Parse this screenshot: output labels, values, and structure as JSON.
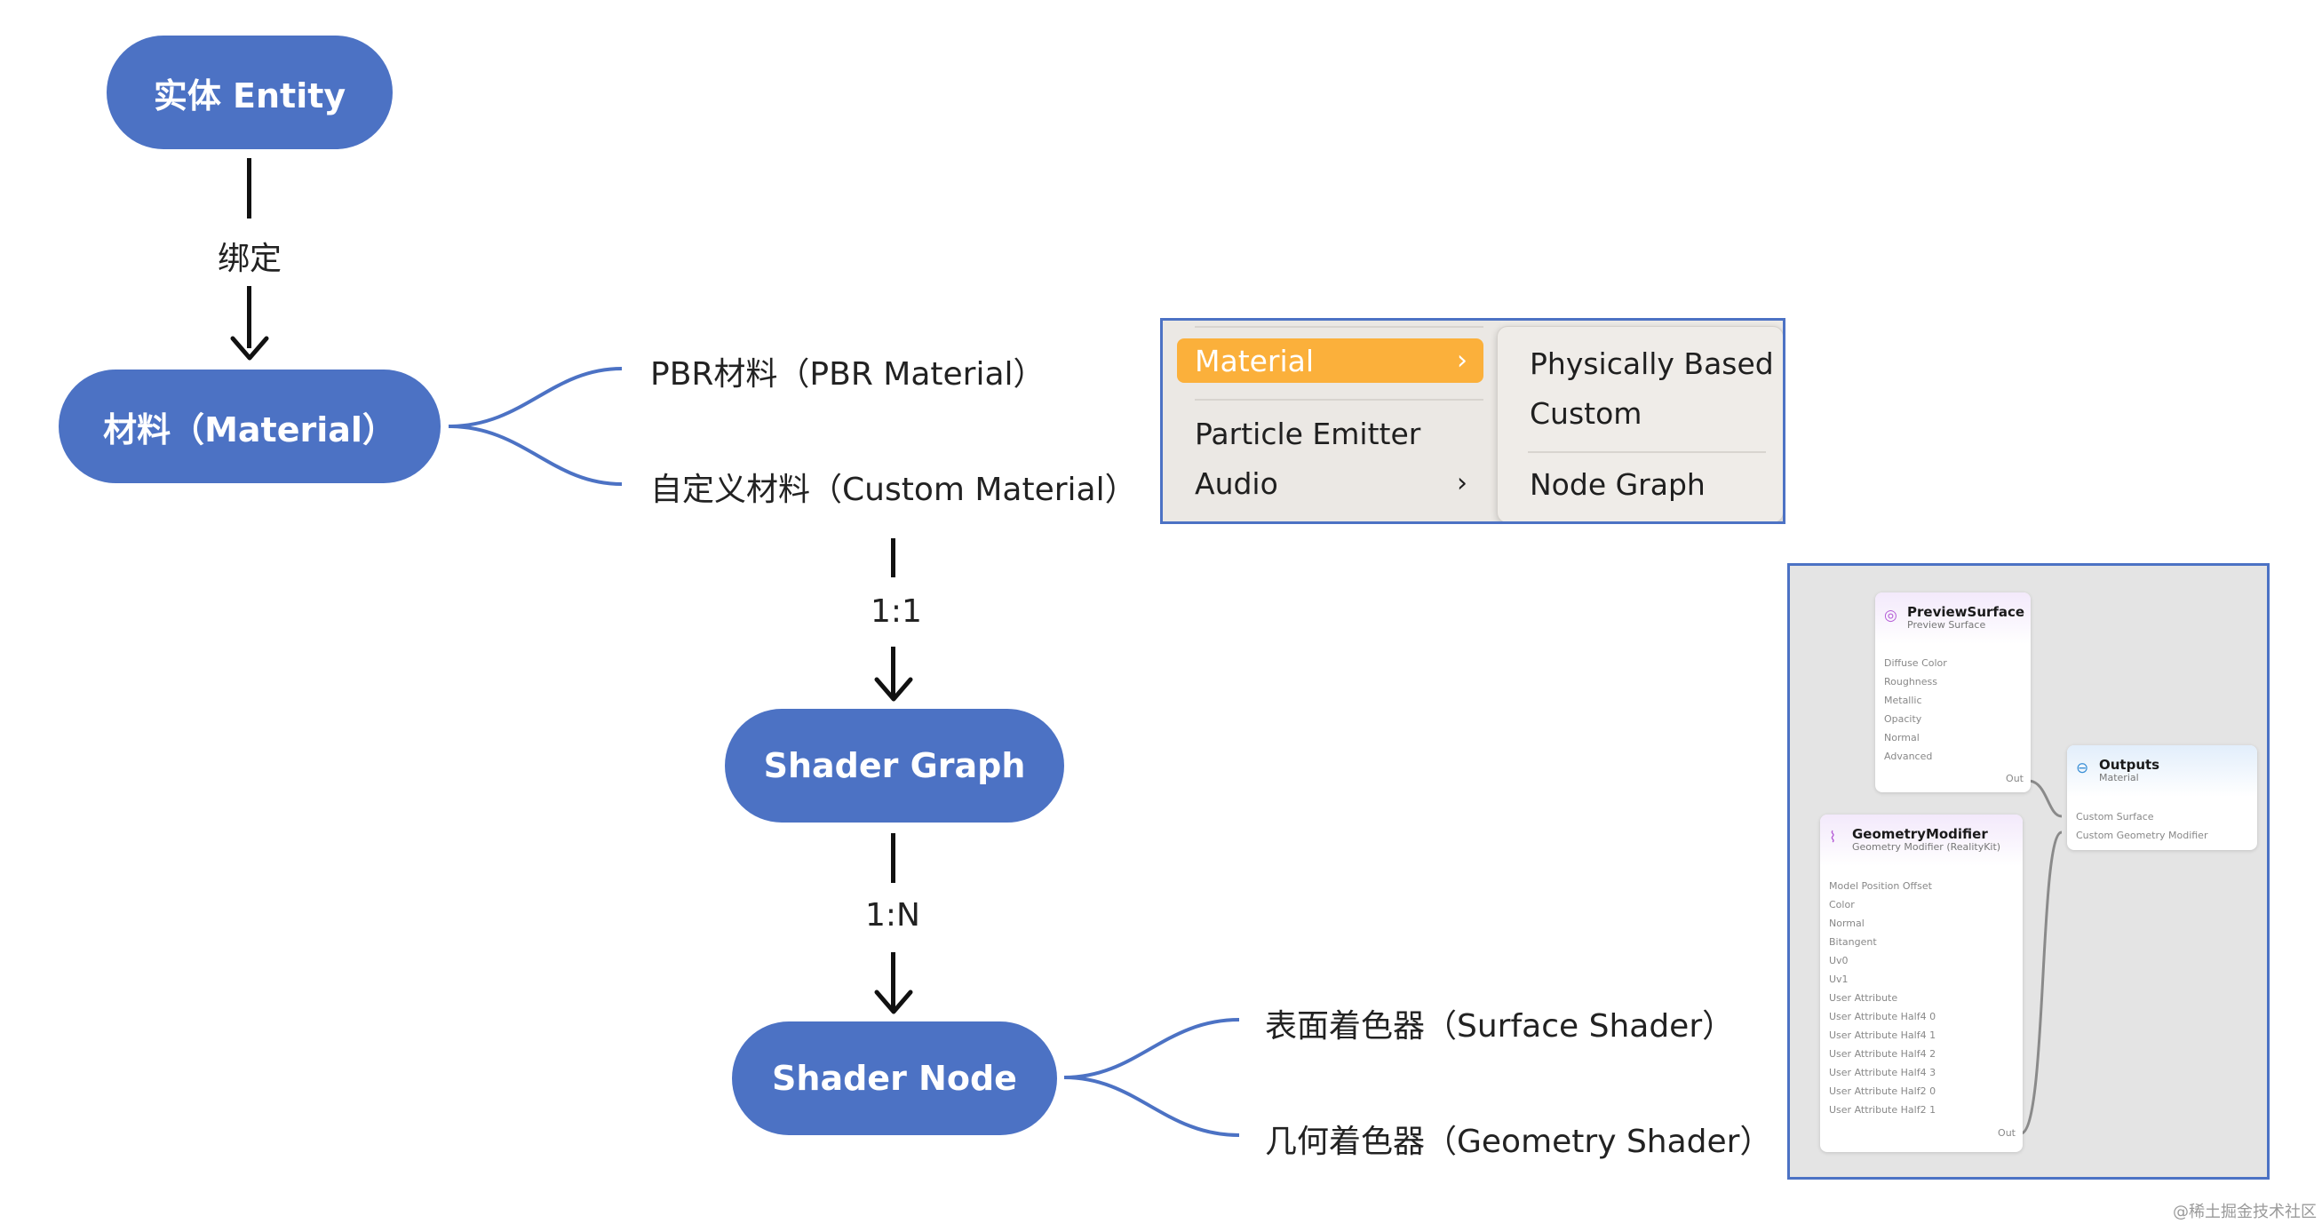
{
  "nodes": {
    "entity": "实体 Entity",
    "material": "材料（Material）",
    "shader_graph": "Shader Graph",
    "shader_node": "Shader Node"
  },
  "edges": {
    "bind": "绑定",
    "one_to_one": "1:1",
    "one_to_n": "1:N"
  },
  "branches": {
    "material": [
      "PBR材料（PBR Material）",
      "自定义材料（Custom Material）"
    ],
    "shader_node": [
      "表面着色器（Surface Shader）",
      "几何着色器（Geometry Shader）"
    ]
  },
  "context_menu": {
    "items": [
      {
        "label": "Material",
        "active": true,
        "has_submenu": true
      },
      {
        "label": "Particle Emitter",
        "active": false,
        "has_submenu": false
      },
      {
        "label": "Audio",
        "active": false,
        "has_submenu": true
      }
    ],
    "submenu": [
      "Physically Based",
      "Custom",
      "Node Graph"
    ],
    "chevron_icon": "chevron-right-icon",
    "active_color": "#fbb03b"
  },
  "node_graph": {
    "preview_surface": {
      "title": "PreviewSurface",
      "subtitle": "Preview Surface",
      "inputs": [
        "Diffuse Color",
        "Roughness",
        "Metallic",
        "Opacity",
        "Normal",
        "Advanced"
      ],
      "output": "Out"
    },
    "outputs": {
      "title": "Outputs",
      "subtitle": "Material",
      "inputs": [
        "Custom Surface",
        "Custom Geometry Modifier"
      ]
    },
    "geometry_modifier": {
      "title": "GeometryModifier",
      "subtitle": "Geometry Modifier (RealityKit)",
      "inputs": [
        "Model Position Offset",
        "Color",
        "Normal",
        "Bitangent",
        "Uv0",
        "Uv1",
        "User Attribute",
        "User Attribute Half4 0",
        "User Attribute Half4 1",
        "User Attribute Half4 2",
        "User Attribute Half4 3",
        "User Attribute Half2 0",
        "User Attribute Half2 1"
      ],
      "output": "Out"
    }
  },
  "watermark": "@稀土掘金技术社区",
  "colors": {
    "node": "#4c72c4",
    "frame": "#4c72c4",
    "connector": "#4c72c4"
  }
}
